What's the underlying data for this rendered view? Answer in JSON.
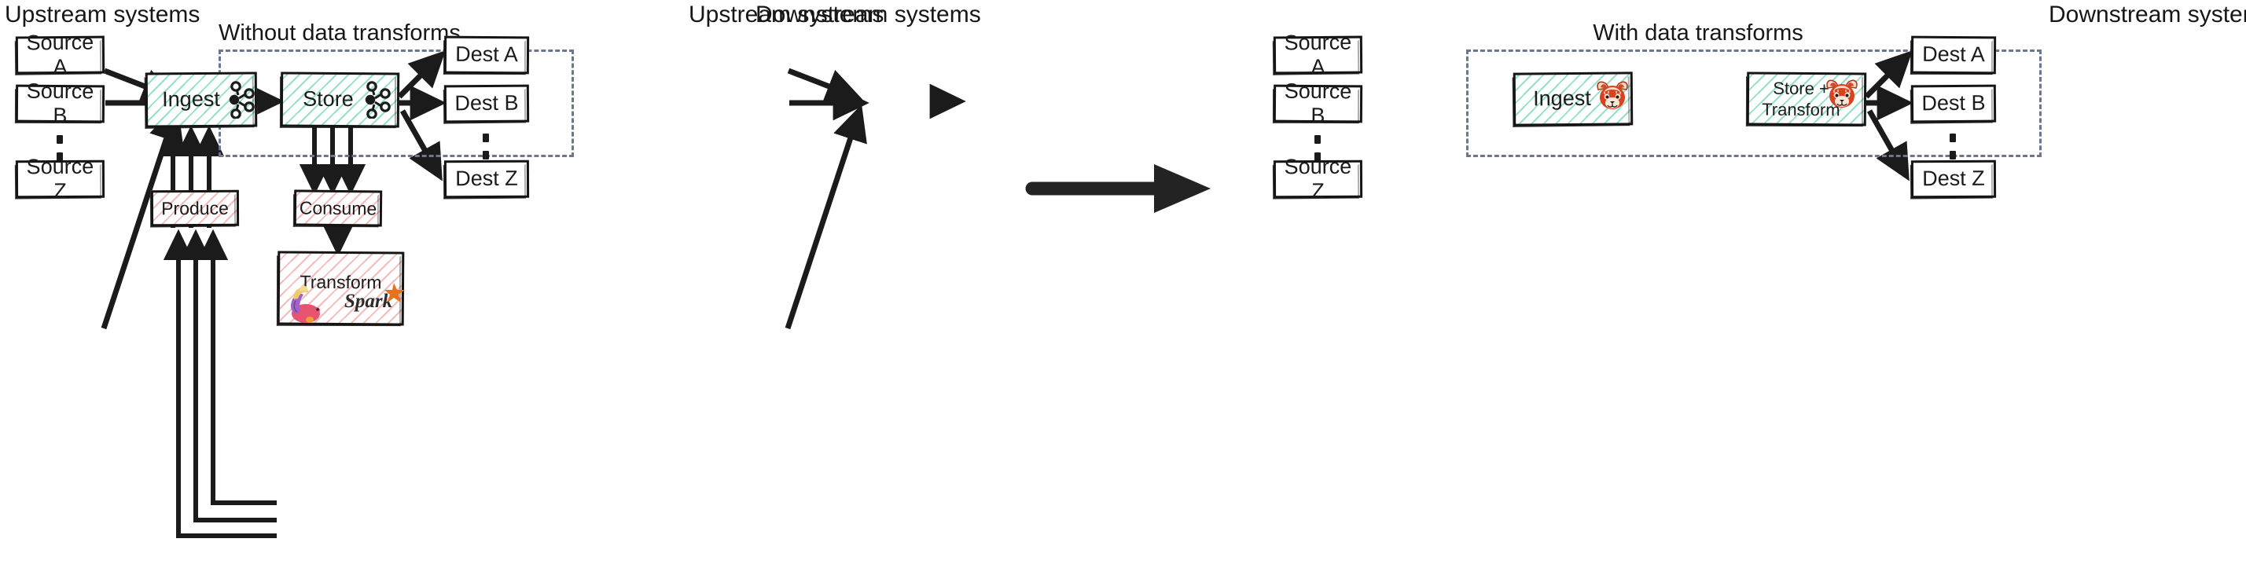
{
  "diagram": {
    "title_left": "Without data transforms",
    "title_right": "With data transforms",
    "accent_teal": "#3cc8a0",
    "accent_pink": "#eb7878",
    "boundary_color": "#6c768f",
    "stroke_color": "#151515"
  },
  "left_panel": {
    "upstream_header": "Upstream systems",
    "downstream_header": "Downstream systems",
    "panel_title": "Without data transforms",
    "sources": [
      {
        "label": "Source A"
      },
      {
        "label": "Source B"
      },
      {
        "label": "Source Z"
      }
    ],
    "destinations": [
      {
        "label": "Dest A"
      },
      {
        "label": "Dest B"
      },
      {
        "label": "Dest Z"
      }
    ],
    "pipeline": [
      {
        "label": "Ingest",
        "icon": "kafka-icon",
        "style": "teal"
      },
      {
        "label": "Store",
        "icon": "kafka-icon",
        "style": "teal"
      }
    ],
    "external": [
      {
        "label": "Produce",
        "style": "pink"
      },
      {
        "label": "Consume",
        "style": "pink"
      },
      {
        "label": "Transform",
        "style": "pink",
        "icons": [
          "flink-icon",
          "spark-icon"
        ]
      }
    ]
  },
  "right_panel": {
    "upstream_header": "Upstream systems",
    "downstream_header": "Downstream systems",
    "panel_title": "With data transforms",
    "sources": [
      {
        "label": "Source A"
      },
      {
        "label": "Source B"
      },
      {
        "label": "Source Z"
      }
    ],
    "destinations": [
      {
        "label": "Dest A"
      },
      {
        "label": "Dest B"
      },
      {
        "label": "Dest Z"
      }
    ],
    "pipeline": [
      {
        "label": "Ingest",
        "icon": "redpanda-icon",
        "style": "teal"
      },
      {
        "label": "Store + Transform",
        "label_line1": "Store +",
        "label_line2": "Transform",
        "icon": "redpanda-icon",
        "style": "teal"
      }
    ]
  },
  "center_arrow": {
    "name": "transition-arrow"
  }
}
